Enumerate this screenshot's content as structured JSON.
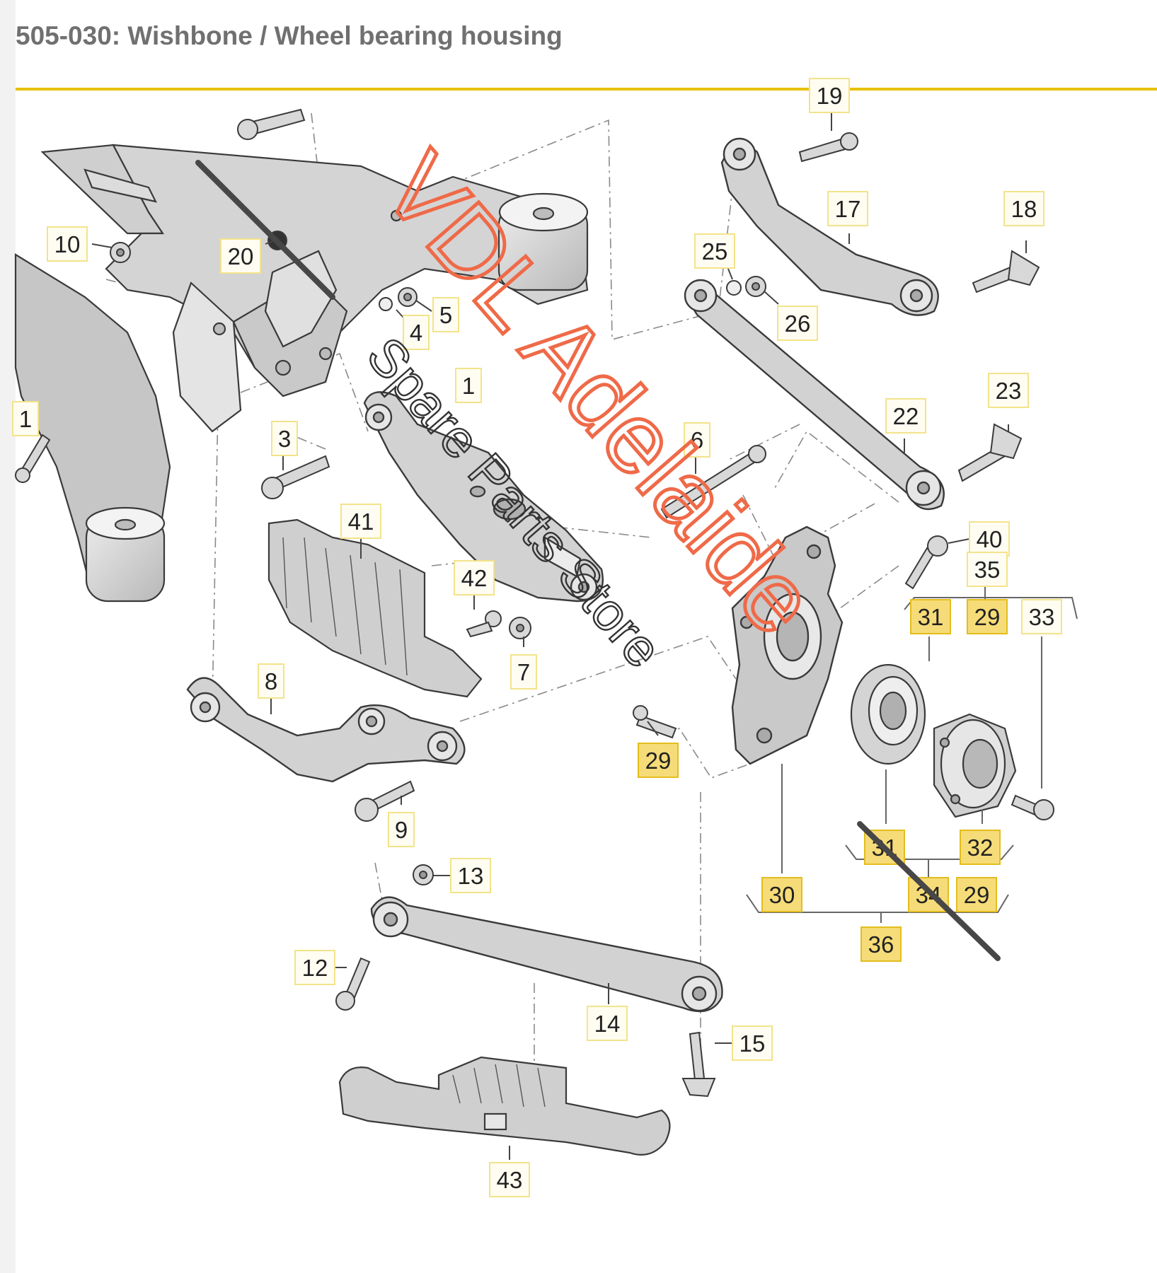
{
  "title": "505-030: Wishbone / Wheel bearing housing",
  "colors": {
    "rule": "#e8c000",
    "label_box_border": "#f3e38a",
    "label_box_fill": "#fffdf2",
    "label_highlight_fill": "#f6dc78",
    "label_highlight_border": "#e3bd1e",
    "watermark": "#ef6a48",
    "part_fill": "#d6d6d6",
    "part_stroke": "#3a3a3a"
  },
  "watermark": {
    "line1": "VDL Adelaide",
    "line2": "Spare Parts Store"
  },
  "callouts": [
    {
      "text": "19",
      "highlight": false
    },
    {
      "text": "17",
      "highlight": false
    },
    {
      "text": "18",
      "highlight": false
    },
    {
      "text": "10",
      "highlight": false
    },
    {
      "text": "20",
      "highlight": false
    },
    {
      "text": "25",
      "highlight": false
    },
    {
      "text": "26",
      "highlight": false
    },
    {
      "text": "5",
      "highlight": false
    },
    {
      "text": "4",
      "highlight": false
    },
    {
      "text": "1",
      "highlight": false
    },
    {
      "text": "1",
      "highlight": false
    },
    {
      "text": "23",
      "highlight": false
    },
    {
      "text": "22",
      "highlight": false
    },
    {
      "text": "3",
      "highlight": false
    },
    {
      "text": "6",
      "highlight": false
    },
    {
      "text": "41",
      "highlight": false
    },
    {
      "text": "40",
      "highlight": false
    },
    {
      "text": "35",
      "highlight": false
    },
    {
      "text": "42",
      "highlight": false
    },
    {
      "text": "31",
      "highlight": true
    },
    {
      "text": "29",
      "highlight": true
    },
    {
      "text": "33",
      "highlight": false
    },
    {
      "text": "7",
      "highlight": false
    },
    {
      "text": "8",
      "highlight": false
    },
    {
      "text": "29",
      "highlight": true
    },
    {
      "text": "9",
      "highlight": false
    },
    {
      "text": "31",
      "highlight": true
    },
    {
      "text": "32",
      "highlight": true
    },
    {
      "text": "13",
      "highlight": false
    },
    {
      "text": "30",
      "highlight": true
    },
    {
      "text": "34",
      "highlight": true
    },
    {
      "text": "29",
      "highlight": true
    },
    {
      "text": "36",
      "highlight": true
    },
    {
      "text": "12",
      "highlight": false
    },
    {
      "text": "14",
      "highlight": false
    },
    {
      "text": "15",
      "highlight": false
    },
    {
      "text": "43",
      "highlight": false
    }
  ]
}
